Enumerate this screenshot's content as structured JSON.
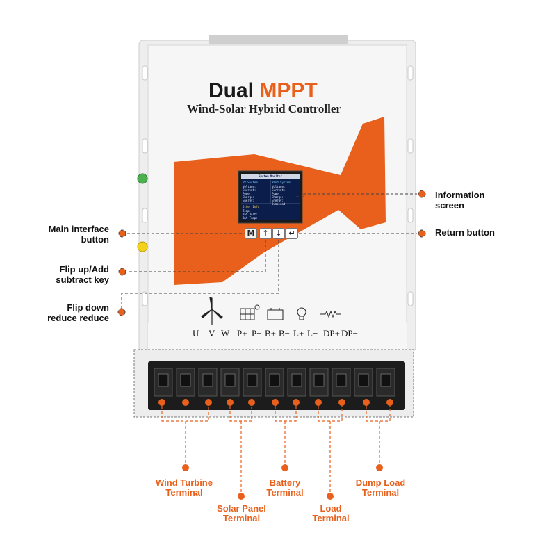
{
  "product": {
    "brand_dark": "Dual",
    "brand_accent": "MPPT",
    "subtitle": "Wind-Solar Hybrid Controller"
  },
  "screen": {
    "title": "System Monitor",
    "left_header": "PV System",
    "right_header": "Wind System",
    "left_rows": [
      "Voltage:",
      "Current:",
      "Power:",
      "Charge:",
      "Energy:"
    ],
    "right_rows": [
      "Voltage:",
      "Current:",
      "Power:",
      "Charge:",
      "Energy:",
      "Dumpload:"
    ],
    "other_header": "Other Info",
    "other_rows": [
      "Temp:",
      "Bat Volt:",
      "Bat Temp:"
    ]
  },
  "buttons": {
    "main": "M",
    "up": "↑",
    "down": "↓",
    "return": "↵"
  },
  "terminal_labels": [
    "U",
    "V",
    "W",
    "P+",
    "P−",
    "B+",
    "B−",
    "L+",
    "L−",
    "DP+",
    "DP−"
  ],
  "callouts": {
    "information_screen": [
      "Information",
      "screen"
    ],
    "return_button": "Return button",
    "main_interface": [
      "Main interface",
      "button"
    ],
    "flip_up": [
      "Flip up/Add",
      "subtract key"
    ],
    "flip_down": [
      "Flip down",
      "reduce reduce"
    ]
  },
  "terminals": {
    "wind": [
      "Wind Turbine",
      "Terminal"
    ],
    "solar": [
      "Solar Panel",
      "Terminal"
    ],
    "battery": [
      "Battery",
      "Terminal"
    ],
    "load": [
      "Load",
      "Terminal"
    ],
    "dump": [
      "Dump Load",
      "Terminal"
    ]
  },
  "colors": {
    "accent": "#e8601c",
    "panel": "#f4f4f4",
    "block": "#1c1c1c"
  },
  "icons": [
    "wind-turbine-icon",
    "solar-panel-icon",
    "battery-icon",
    "lightbulb-icon",
    "resistor-icon"
  ]
}
